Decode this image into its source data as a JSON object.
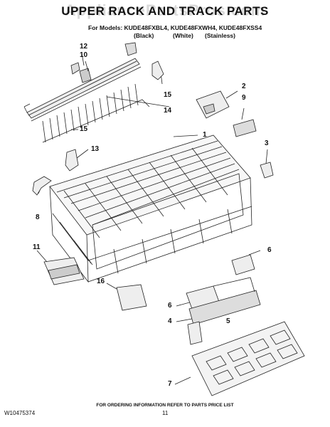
{
  "watermark": "AppliancePartsPros.com",
  "title": "UPPER RACK AND TRACK PARTS",
  "models_line": "For Models: KUDE48FXBL4, KUDE48FXWH4, KUDE48FXSS4",
  "colors": [
    "(Black)",
    "(White)",
    "(Stainless)"
  ],
  "callouts": {
    "c12": "12",
    "c10": "10",
    "c2": "2",
    "c9": "9",
    "c15a": "15",
    "c14": "14",
    "c15b": "15",
    "c1": "1",
    "c13": "13",
    "c3": "3",
    "c8": "8",
    "c11": "11",
    "c6a": "6",
    "c16": "16",
    "c6b": "6",
    "c4": "4",
    "c5": "5",
    "c7": "7"
  },
  "footer": "FOR ORDERING INFORMATION REFER TO PARTS PRICE LIST",
  "doc_number": "W10475374",
  "page_number": "11"
}
